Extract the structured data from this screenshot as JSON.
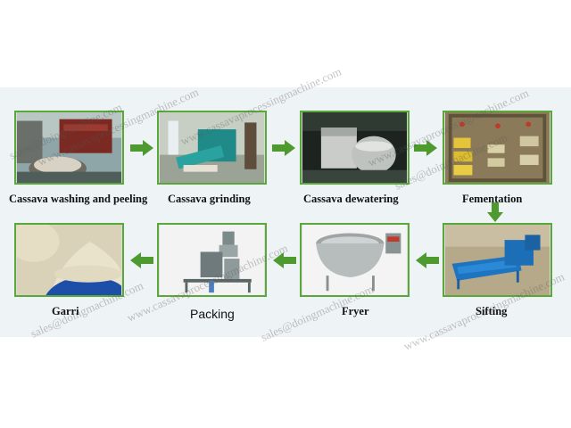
{
  "steps": [
    {
      "label": "Cassava washing and peeling"
    },
    {
      "label": "Cassava grinding"
    },
    {
      "label": "Cassava dewatering"
    },
    {
      "label": "Fementation"
    },
    {
      "label": "Sifting"
    },
    {
      "label": "Fryer"
    },
    {
      "label": "Packing"
    },
    {
      "label": "Garri"
    }
  ],
  "watermarks": {
    "email": "sales@doingmachine.com",
    "site": "www.cassavaprocessingmachine.com"
  },
  "colors": {
    "frame": "#5aa83a",
    "arrow": "#4e9a2e",
    "band": "#eef3f6"
  }
}
